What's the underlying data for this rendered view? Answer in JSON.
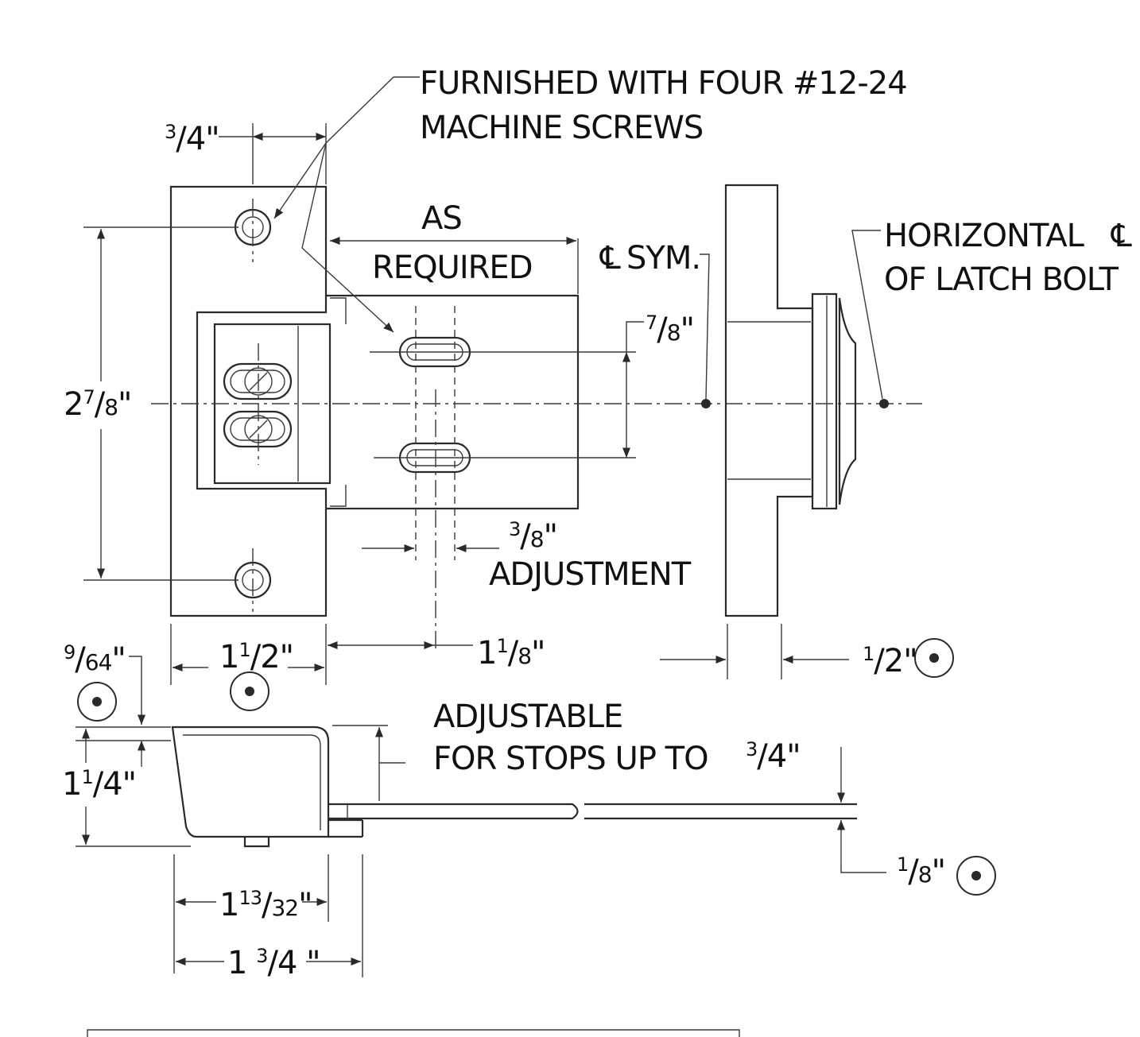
{
  "notes": {
    "screws_line1": "FURNISHED WITH FOUR #12-24",
    "screws_line2": "MACHINE SCREWS",
    "as_required_line1": "AS",
    "as_required_line2": "REQUIRED",
    "sym": "SYM.",
    "horizontal_line1": "HORIZONTAL",
    "horizontal_line2": "OF LATCH BOLT",
    "adjustment": "ADJUSTMENT",
    "adjustable_line1": "ADJUSTABLE",
    "adjustable_line2": "FOR STOPS UP TO",
    "centerline_symbol": "℄"
  },
  "dimensions": {
    "top_width": {
      "num": "3",
      "den": "4",
      "unit": "\""
    },
    "height": {
      "whole": "2",
      "num": "7",
      "den": "8",
      "unit": "\""
    },
    "slot_spacing": {
      "num": "7",
      "den": "8",
      "unit": "\""
    },
    "adjust": {
      "num": "3",
      "den": "8",
      "unit": "\""
    },
    "face_width": {
      "whole": "1",
      "num": "1",
      "den": "2",
      "unit": "\""
    },
    "offset": {
      "whole": "1",
      "num": "1",
      "den": "8",
      "unit": "\""
    },
    "side_thickness": {
      "num": "1",
      "den": "2",
      "unit": "\""
    },
    "lip": {
      "num": "9",
      "den": "64",
      "unit": "\""
    },
    "depth": {
      "whole": "1",
      "num": "1",
      "den": "4",
      "unit": "\""
    },
    "stop": {
      "num": "3",
      "den": "4",
      "unit": "\""
    },
    "bar": {
      "num": "1",
      "den": "8",
      "unit": "\""
    },
    "body_length": {
      "whole": "1",
      "num": "13",
      "den": "32",
      "unit": "\""
    },
    "overall_length": {
      "whole": "1 ",
      "num": "3",
      "den": "4",
      "unit": " \""
    }
  }
}
